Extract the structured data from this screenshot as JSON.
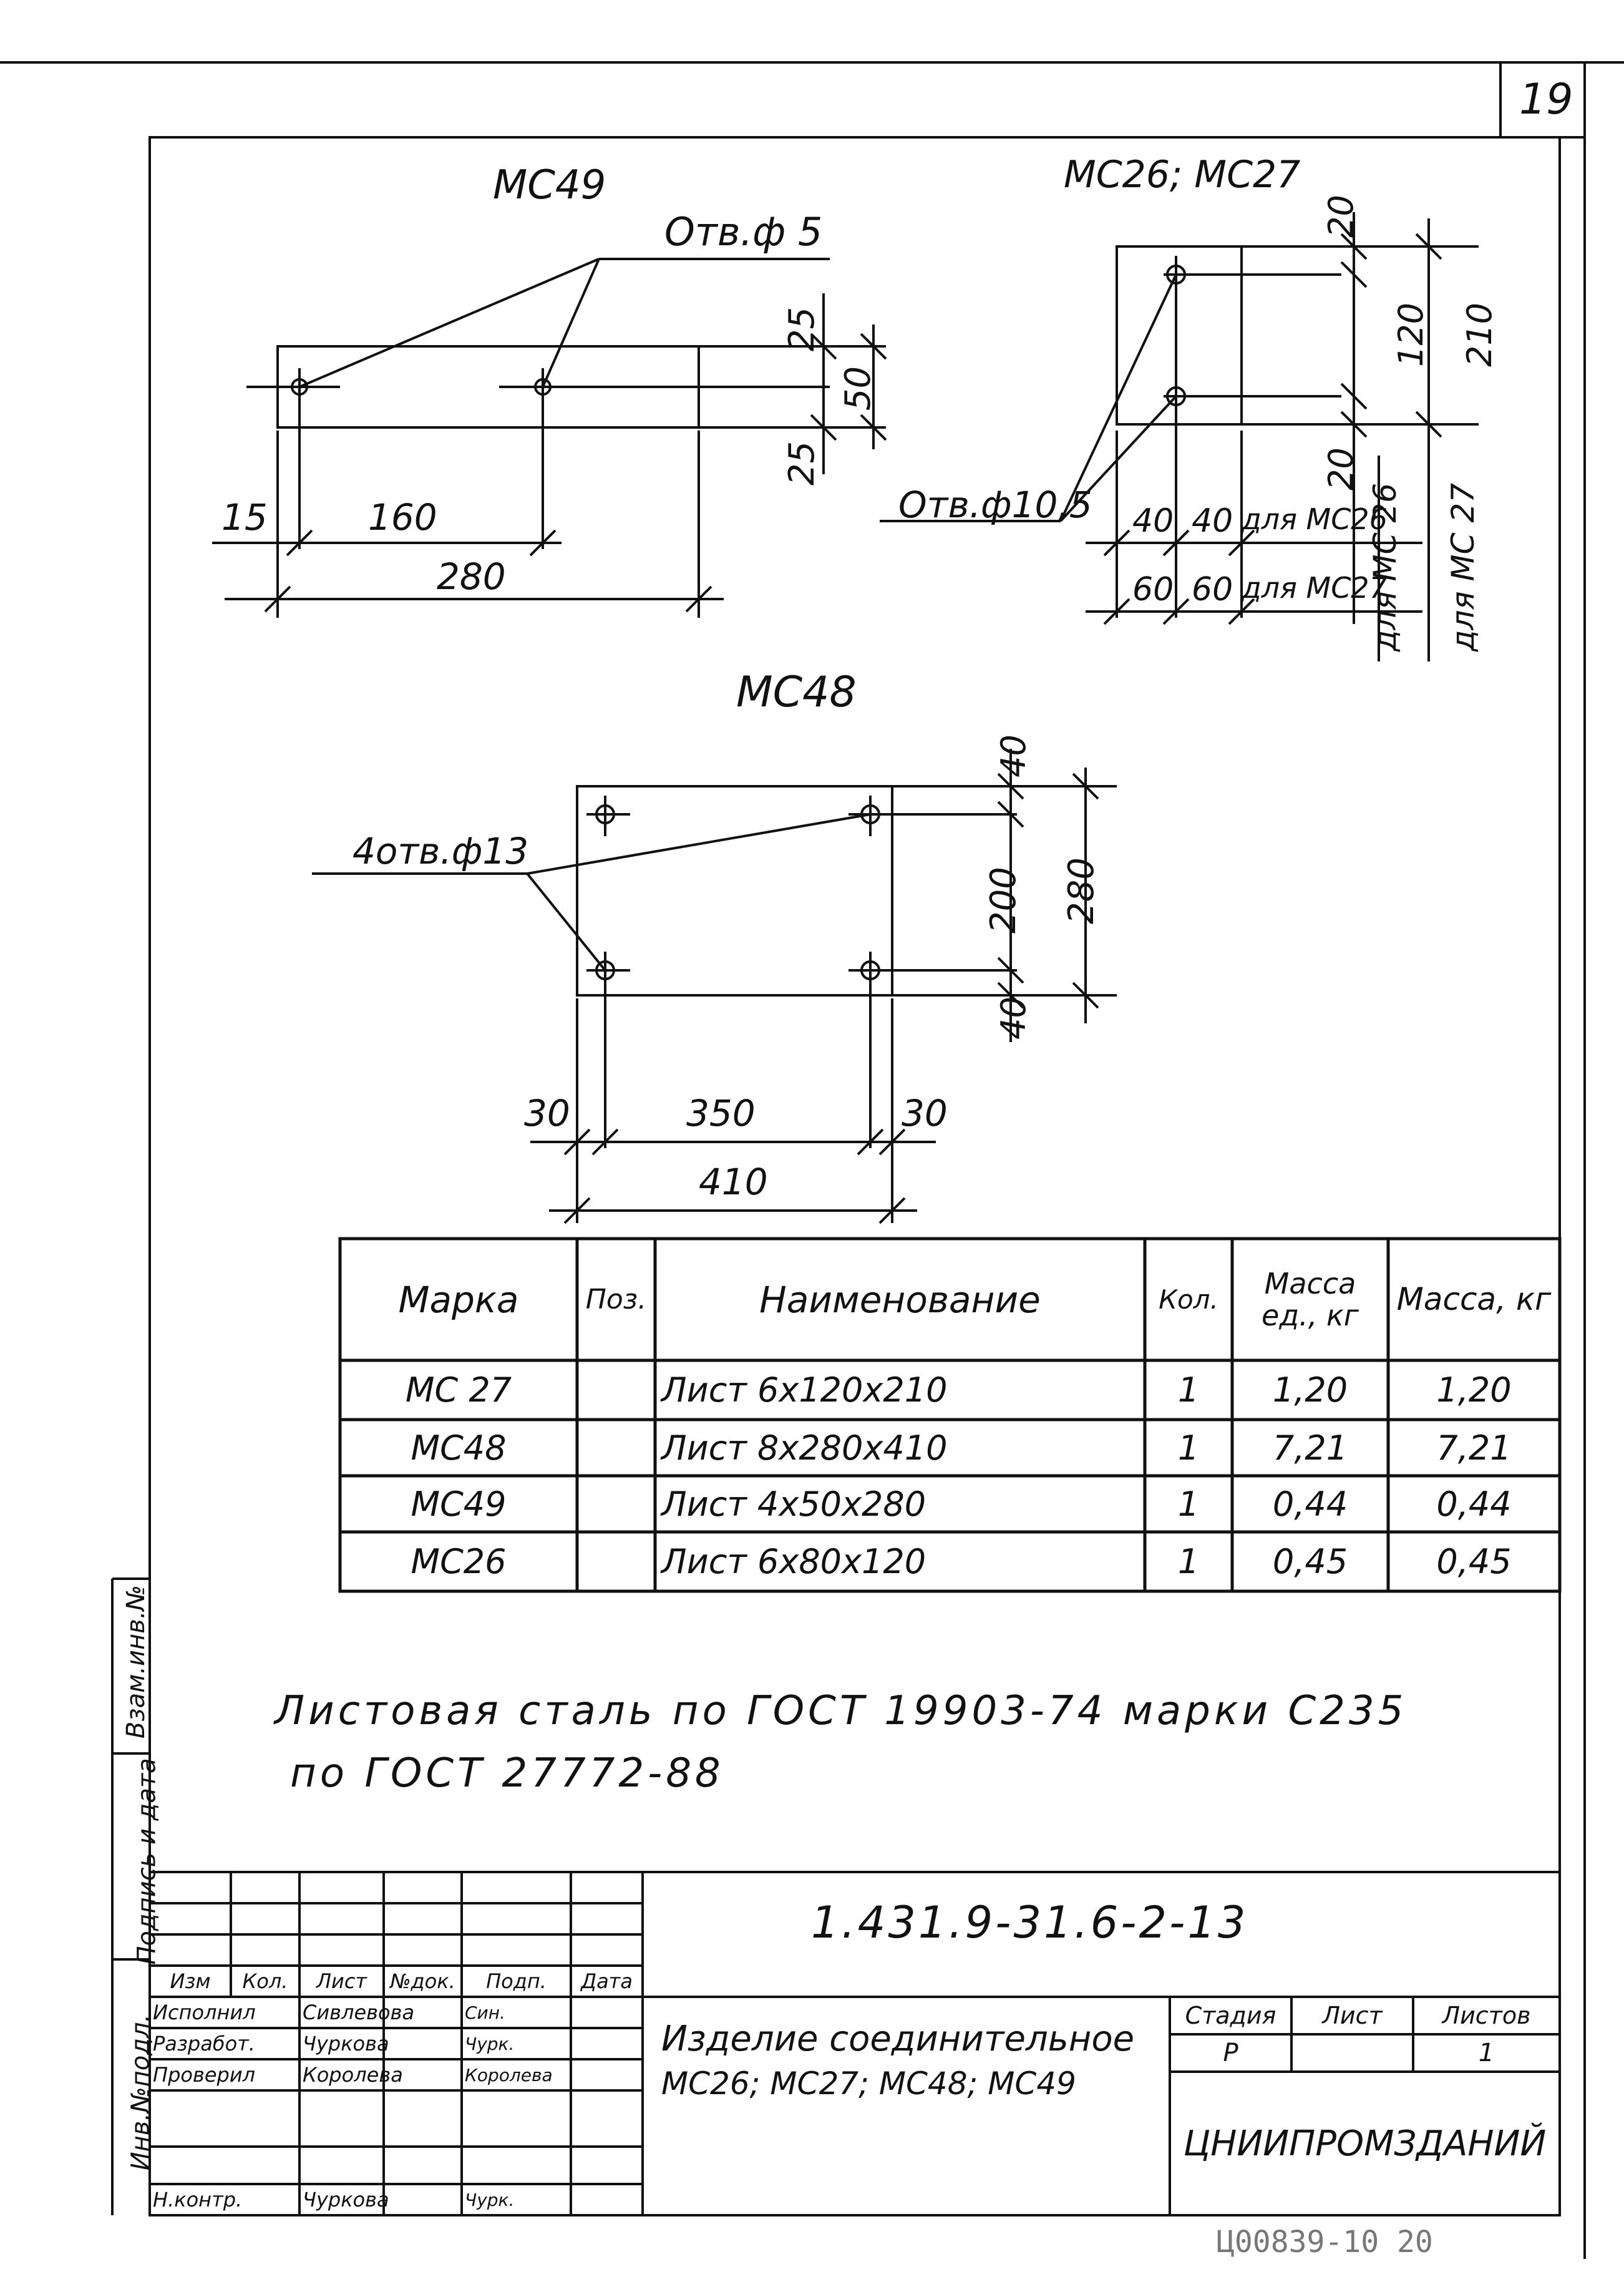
{
  "sheet_number": "19",
  "drawings": {
    "mc49": {
      "title": "МС49",
      "hole_note": "Отв.ф 5",
      "dims": {
        "d25a": "25",
        "d50": "50",
        "d25b": "25",
        "d15": "15",
        "d160": "160",
        "d280": "280"
      }
    },
    "mc26_27": {
      "title": "МС26; МС27",
      "hole_note": "Отв.ф10,5",
      "dims": {
        "d20a": "20",
        "d120": "120",
        "d210": "210",
        "d20b": "20",
        "d40a": "40",
        "d40b": "40",
        "for26": "для МС26",
        "d60a": "60",
        "d60b": "60",
        "for27": "для МС27",
        "vfor26": "для МС 26",
        "vfor27": "для МС 27"
      }
    },
    "mc48": {
      "title": "МС48",
      "hole_note": "4отв.ф13",
      "dims": {
        "d40a": "40",
        "d200": "200",
        "d280": "280",
        "d40b": "40",
        "d30a": "30",
        "d350": "350",
        "d30b": "30",
        "d410": "410"
      }
    }
  },
  "spec_table": {
    "headers": [
      "Марка",
      "Поз.",
      "Наименование",
      "Кол.",
      "Масса ед., кг",
      "Масса, кг"
    ],
    "rows": [
      [
        "МС 27",
        "",
        "Лист 6х120х210",
        "1",
        "1,20",
        "1,20"
      ],
      [
        "МС48",
        "",
        "Лист 8х280х410",
        "1",
        "7,21",
        "7,21"
      ],
      [
        "МС49",
        "",
        "Лист 4х50х280",
        "1",
        "0,44",
        "0,44"
      ],
      [
        "МС26",
        "",
        "Лист 6х80х120",
        "1",
        "0,45",
        "0,45"
      ]
    ]
  },
  "note_line1": "Листовая сталь по ГОСТ 19903-74 марки С235",
  "note_line2": "по ГОСТ 27772-88",
  "side_stamp": {
    "vzam": "Взам.инв.№",
    "podpis": "Подпись и дата",
    "inv": "Инв.№подл."
  },
  "title_block": {
    "doc_code": "1.431.9-31.6-2-13",
    "col_headers": [
      "Изм",
      "Кол.",
      "Лист",
      "№док.",
      "Подп.",
      "Дата"
    ],
    "roles": [
      {
        "role": "Исполнил",
        "name": "Сивлевова",
        "sign": "Син."
      },
      {
        "role": "Разработ.",
        "name": "Чуркова",
        "sign": "Чурк."
      },
      {
        "role": "Проверил",
        "name": "Королева",
        "sign": "Королева"
      },
      {
        "role": "",
        "name": "",
        "sign": ""
      },
      {
        "role": "Н.контр.",
        "name": "Чуркова",
        "sign": "Чурк."
      }
    ],
    "product_line1": "Изделие соединительное",
    "product_line2": "МС26; МС27; МС48; МС49",
    "stage_label": "Стадия",
    "sheet_label": "Лист",
    "sheets_label": "Листов",
    "stage_value": "Р",
    "sheet_value": "",
    "sheets_value": "1",
    "org": "ЦНИИПРОМЗДАНИЙ"
  },
  "archive_code": "Ц00839-10 20"
}
